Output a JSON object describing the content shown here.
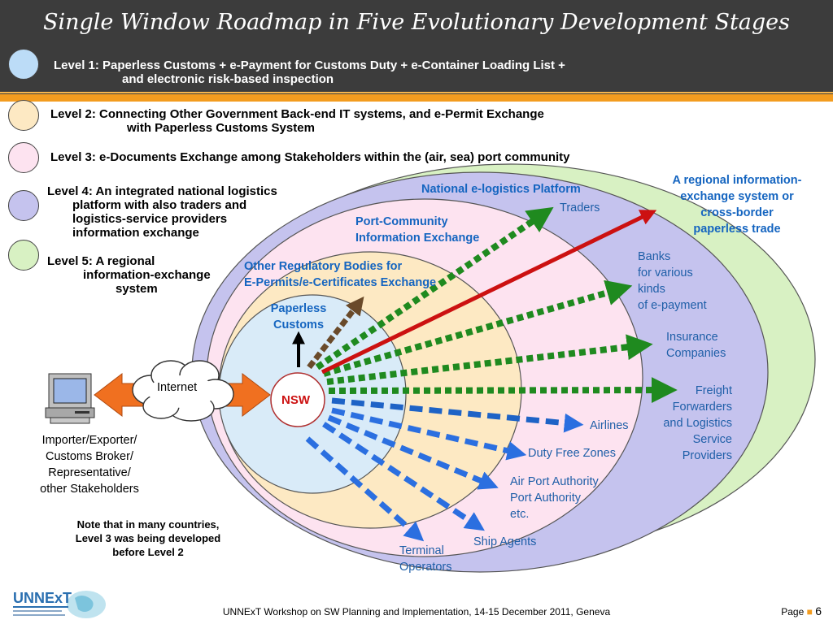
{
  "title": "Single Window Roadmap in Five Evolutionary Development Stages",
  "levels": [
    {
      "line1": "Level 1: Paperless Customs + e-Payment for Customs Duty + e-Container Loading List +",
      "line2": "and electronic risk-based inspection",
      "color": "#bcdcf7"
    },
    {
      "line1": "Level 2: Connecting Other Government Back-end IT systems, and e-Permit Exchange",
      "line2": "with Paperless Customs System",
      "color": "#fde9c3"
    },
    {
      "line1": "Level 3: e-Documents Exchange among Stakeholders within the (air, sea) port community",
      "line2": "",
      "color": "#fde3f0"
    },
    {
      "line1": "Level 4: An integrated national logistics",
      "line2": "platform with also traders and",
      "line3": "logistics-service providers",
      "line4": "information exchange",
      "color": "#c5c3ee"
    },
    {
      "line1": "Level 5: A regional",
      "line2": "information-exchange",
      "line3": "system",
      "color": "#d8f1c3"
    }
  ],
  "regions": {
    "national": "National e-logistics Platform",
    "regional_1": "A regional information-",
    "regional_2": "exchange system or",
    "regional_3": "cross-border",
    "regional_4": "paperless trade",
    "pci_1": "Port-Community",
    "pci_2": "Information Exchange",
    "orb_1": "Other Regulatory Bodies for",
    "orb_2": "E-Permits/e-Certificates Exchange",
    "paperless_1": "Paperless",
    "paperless_2": "Customs"
  },
  "nsw": "NSW",
  "internet": "Internet",
  "importer": [
    "Importer/Exporter/",
    "Customs Broker/",
    "Representative/",
    "other Stakeholders"
  ],
  "destinations": {
    "traders": "Traders",
    "banks": [
      "Banks",
      "for various",
      "kinds",
      "of e-payment"
    ],
    "insurance": [
      "Insurance",
      "Companies"
    ],
    "freight": [
      "Freight",
      "Forwarders",
      "and Logistics",
      "Service",
      "Providers"
    ],
    "airlines": "Airlines",
    "duty_free": "Duty Free Zones",
    "airport": [
      "Air Port Authority",
      "Port Authority",
      "etc."
    ],
    "ship": "Ship Agents",
    "terminal": [
      "Terminal",
      "Operators"
    ]
  },
  "note": [
    "Note that in many countries,",
    "Level 3 was being developed",
    "before Level 2"
  ],
  "footer": "UNNExT Workshop on SW Planning and Implementation, 14-15 December 2011, Geneva",
  "page_label": "Page",
  "page_num": "6",
  "logo_text": "UNNExT",
  "colors": {
    "green_arrow": "#1f8a1f",
    "blue_arrow": "#2b6fe0",
    "red_arrow": "#cc1111",
    "orange_arrow": "#f07020",
    "brown_arrow": "#6a4a2a",
    "accent": "#f39c1f"
  }
}
